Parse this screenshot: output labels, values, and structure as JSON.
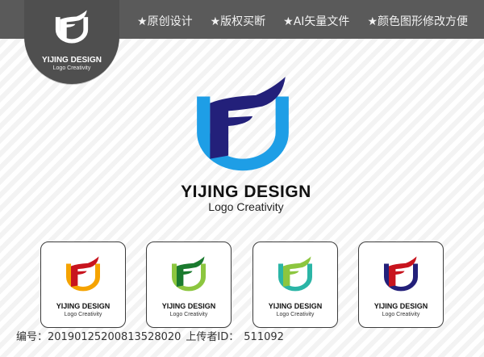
{
  "header": {
    "features": [
      "★原创设计",
      "★版权买断",
      "★AI矢量文件",
      "★颜色图形修改方便"
    ]
  },
  "corner_logo": {
    "title": "YIJING DESIGN",
    "subtitle": "Logo Creativity",
    "icon": "yf-shield-icon"
  },
  "main": {
    "brand": "YIJING DESIGN",
    "tagline": "Logo Creativity",
    "colors": {
      "u": "#1e9ee6",
      "f": "#23207a"
    }
  },
  "variants": [
    {
      "title": "YIJING DESIGN",
      "subtitle": "Logo Creativity",
      "colors": {
        "u": "#f5a300",
        "f": "#c8141e"
      }
    },
    {
      "title": "YIJING DESIGN",
      "subtitle": "Logo Creativity",
      "colors": {
        "u": "#8cc63f",
        "f": "#1a7a2e"
      }
    },
    {
      "title": "YIJING DESIGN",
      "subtitle": "Logo Creativity",
      "colors": {
        "u": "#2bb5a6",
        "f": "#8cc63f"
      }
    },
    {
      "title": "YIJING DESIGN",
      "subtitle": "Logo Creativity",
      "colors": {
        "u": "#23207a",
        "f": "#c8141e"
      }
    }
  ],
  "footer": {
    "id_label": "编号：20190125200813528020",
    "uploader_label": "上传者ID：",
    "uploader_id": "511092"
  }
}
